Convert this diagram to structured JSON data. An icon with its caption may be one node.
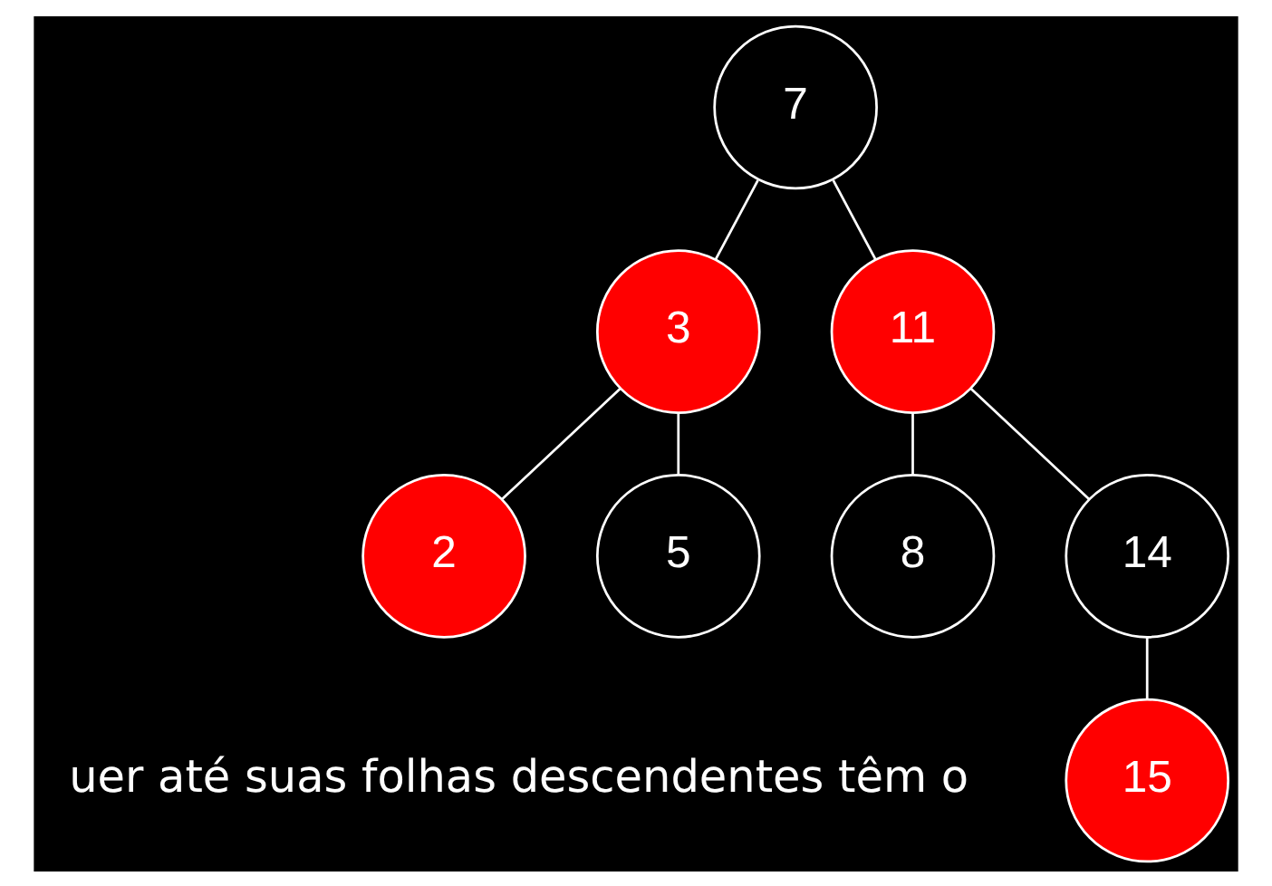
{
  "diagram": {
    "nodes": [
      {
        "text": [
          "7"
        ]
      },
      {
        "text": [
          "3"
        ]
      },
      {
        "text": [
          "11"
        ]
      },
      {
        "text": [
          "2"
        ]
      },
      {
        "text": [
          "5"
        ]
      },
      {
        "text": [
          "8"
        ]
      },
      {
        "text": [
          "14"
        ]
      },
      {
        "text": [
          "15"
        ]
      }
    ],
    "edges": [
      {
        "from": 0,
        "to": 1,
        "arrow": "none"
      },
      {
        "from": 0,
        "to": 2,
        "arrow": "none"
      },
      {
        "from": 1,
        "to": 3,
        "arrow": "none"
      },
      {
        "from": 1,
        "to": 4,
        "arrow": "none"
      },
      {
        "from": 2,
        "to": 5,
        "arrow": "none"
      },
      {
        "from": 2,
        "to": 6,
        "arrow": "none"
      },
      {
        "from": 6,
        "to": 7,
        "arrow": "none"
      }
    ],
    "labels": [
      "uer até suas folhas descendentes têm o"
    ]
  }
}
